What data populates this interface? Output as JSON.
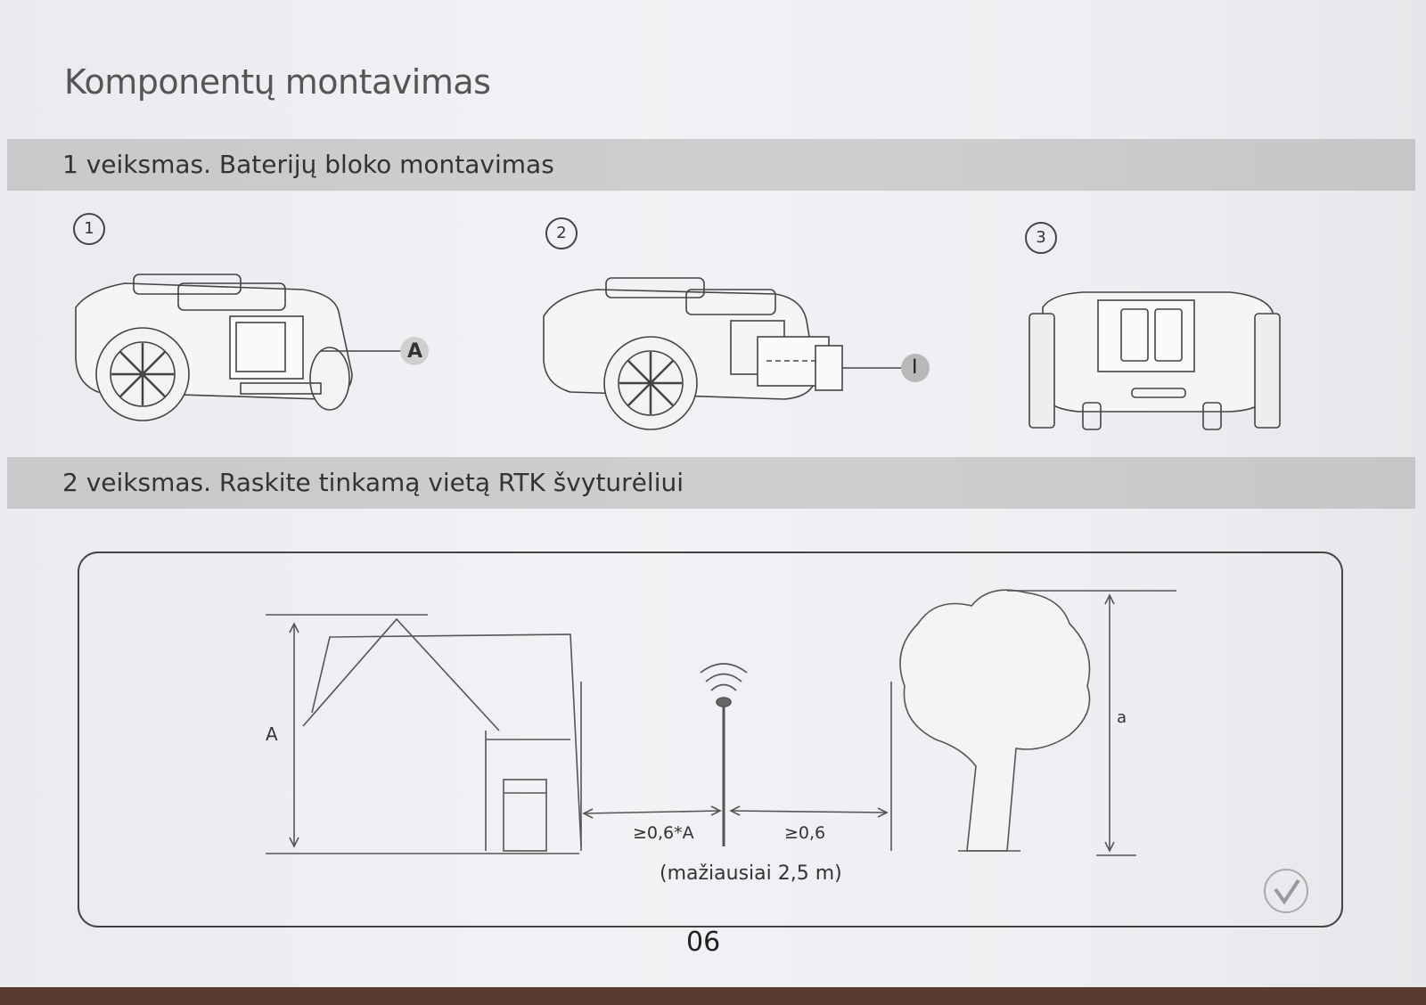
{
  "page": {
    "title": "Komponentų montavimas",
    "page_number": "06"
  },
  "step1": {
    "heading": "1 veiksmas. Baterijų bloko montavimas",
    "figures": [
      {
        "number": "1",
        "callout": "A"
      },
      {
        "number": "2",
        "callout": "I"
      },
      {
        "number": "3"
      }
    ]
  },
  "step2": {
    "heading": "2 veiksmas. Raskite tinkamą vietą RTK švyturėliui",
    "house_height_label": "A",
    "tree_height_label": "a",
    "distance_house": "≥0,6*A",
    "distance_tree": "≥0,6",
    "note": "(mažiausiai 2,5 m)",
    "check_icon": "checkmark-circle-icon"
  }
}
